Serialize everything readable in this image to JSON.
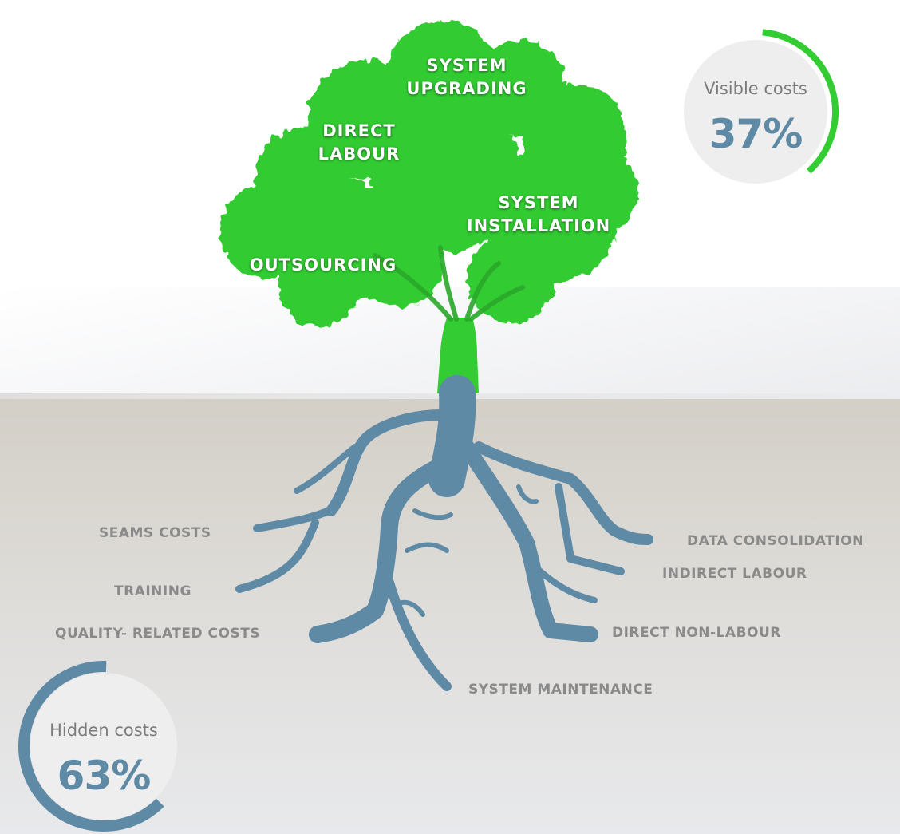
{
  "visible": {
    "caption": "Visible costs",
    "value": "37%",
    "fraction": 0.37,
    "color": "#33cc33"
  },
  "hidden": {
    "caption": "Hidden costs",
    "value": "63%",
    "fraction": 0.63,
    "color": "#5f8aa6"
  },
  "canopy": {
    "system_upgrading": "SYSTEM\nUPGRADING",
    "direct_labour": "DIRECT\nLABOUR",
    "system_installation": "SYSTEM\nINSTALLATION",
    "outsourcing": "OUTSOURCING"
  },
  "roots": {
    "seams_costs": "SEAMS COSTS",
    "training": "TRAINING",
    "quality_related_costs": "QUALITY- RELATED COSTS",
    "system_maintenance": "SYSTEM MAINTENANCE",
    "data_consolidation": "DATA CONSOLIDATION",
    "indirect_labour": "INDIRECT LABOUR",
    "direct_non_labour": "DIRECT NON-LABOUR"
  },
  "colors": {
    "canopy": "#33cc33",
    "roots": "#5f8aa6",
    "ground": "#d3cfc7",
    "label_gray": "#8a8a8a",
    "gauge_bg": "#eeeeee"
  }
}
